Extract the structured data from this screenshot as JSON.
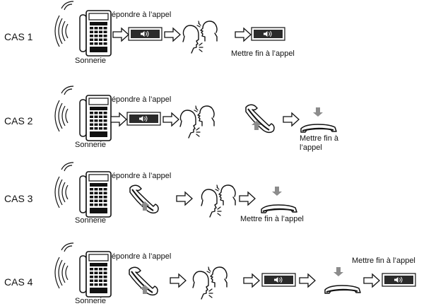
{
  "cases": [
    {
      "label": "CAS 1",
      "answer_text": "Répondre à l’appel",
      "ringing_text": "Sonnerie",
      "end_text": "Mettre fin à l’appel",
      "sequence": [
        "phone-ringing",
        "arrow",
        "speaker-button",
        "arrow",
        "conversation",
        "arrow",
        "speaker-button"
      ]
    },
    {
      "label": "CAS 2",
      "answer_text": "Répondre à l’appel",
      "ringing_text": "Sonnerie",
      "end_text_lines": [
        "Mettre fin à",
        "l’appel"
      ],
      "sequence": [
        "phone-ringing",
        "arrow",
        "speaker-button",
        "arrow",
        "conversation",
        "handset-lift",
        "arrow",
        "handset-hangup"
      ]
    },
    {
      "label": "CAS 3",
      "answer_text": "Répondre à l’appel",
      "ringing_text": "Sonnerie",
      "end_text": "Mettre fin à l’appel",
      "sequence": [
        "phone-ringing",
        "handset-lift",
        "arrow",
        "conversation",
        "arrow",
        "handset-hangup"
      ]
    },
    {
      "label": "CAS 4",
      "answer_text": "Répondre à l’appel",
      "ringing_text": "Sonnerie",
      "end_text": "Mettre fin à l’appel",
      "sequence": [
        "phone-ringing",
        "handset-lift",
        "arrow",
        "conversation",
        "arrow",
        "speaker-button",
        "arrow",
        "handset-hangup",
        "arrow",
        "speaker-button"
      ]
    }
  ],
  "icons": {
    "phone": "desk-phone-icon",
    "ring": "ring-waves-icon",
    "arrow": "outline-right-arrow-icon",
    "speaker": "speaker-icon",
    "conversation": "talking-heads-icon",
    "lift": "handset-lift-icon",
    "hangup": "handset-hangup-icon",
    "up": "up-arrow-icon",
    "down": "down-arrow-icon"
  },
  "colors": {
    "ink": "#111111",
    "button_fill": "#2b2b2b",
    "arrow_grey": "#8c8c8c"
  }
}
